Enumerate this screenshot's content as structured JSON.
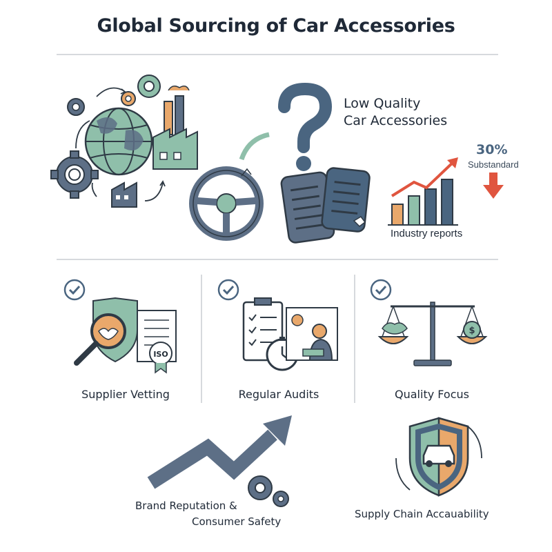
{
  "title": "Global Sourcing of Car Accessories",
  "problem": {
    "heading_line1": "Low Quality",
    "heading_line2": "Car Accessories",
    "stat_value": "30%",
    "stat_label": "Substandard",
    "chart_caption": "Industry reports"
  },
  "pillars": [
    {
      "label": "Supplier Vetting",
      "badge_text": "ISO"
    },
    {
      "label": "Regular Audits"
    },
    {
      "label": "Quality Focus"
    }
  ],
  "outcomes": {
    "brand_line1": "Brand Reputation &",
    "brand_line2": "Consumer Safety",
    "supply": "Supply Chain Accauability"
  },
  "colors": {
    "navy": "#4a6580",
    "slate": "#5d6f86",
    "teal": "#8fbfaa",
    "orange": "#e9a86b",
    "red": "#e0553f",
    "outline": "#2f3a45"
  },
  "icons": [
    "globe-icon",
    "gear-icon",
    "factory-icon",
    "question-mark-icon",
    "steering-wheel-icon",
    "floor-mat-icon",
    "bar-chart-icon",
    "check-icon",
    "magnifier-icon",
    "shield-icon",
    "certificate-icon",
    "clipboard-icon",
    "stopwatch-icon",
    "inspector-icon",
    "scale-icon",
    "handshake-icon",
    "trend-arrow-icon",
    "car-shield-icon"
  ]
}
